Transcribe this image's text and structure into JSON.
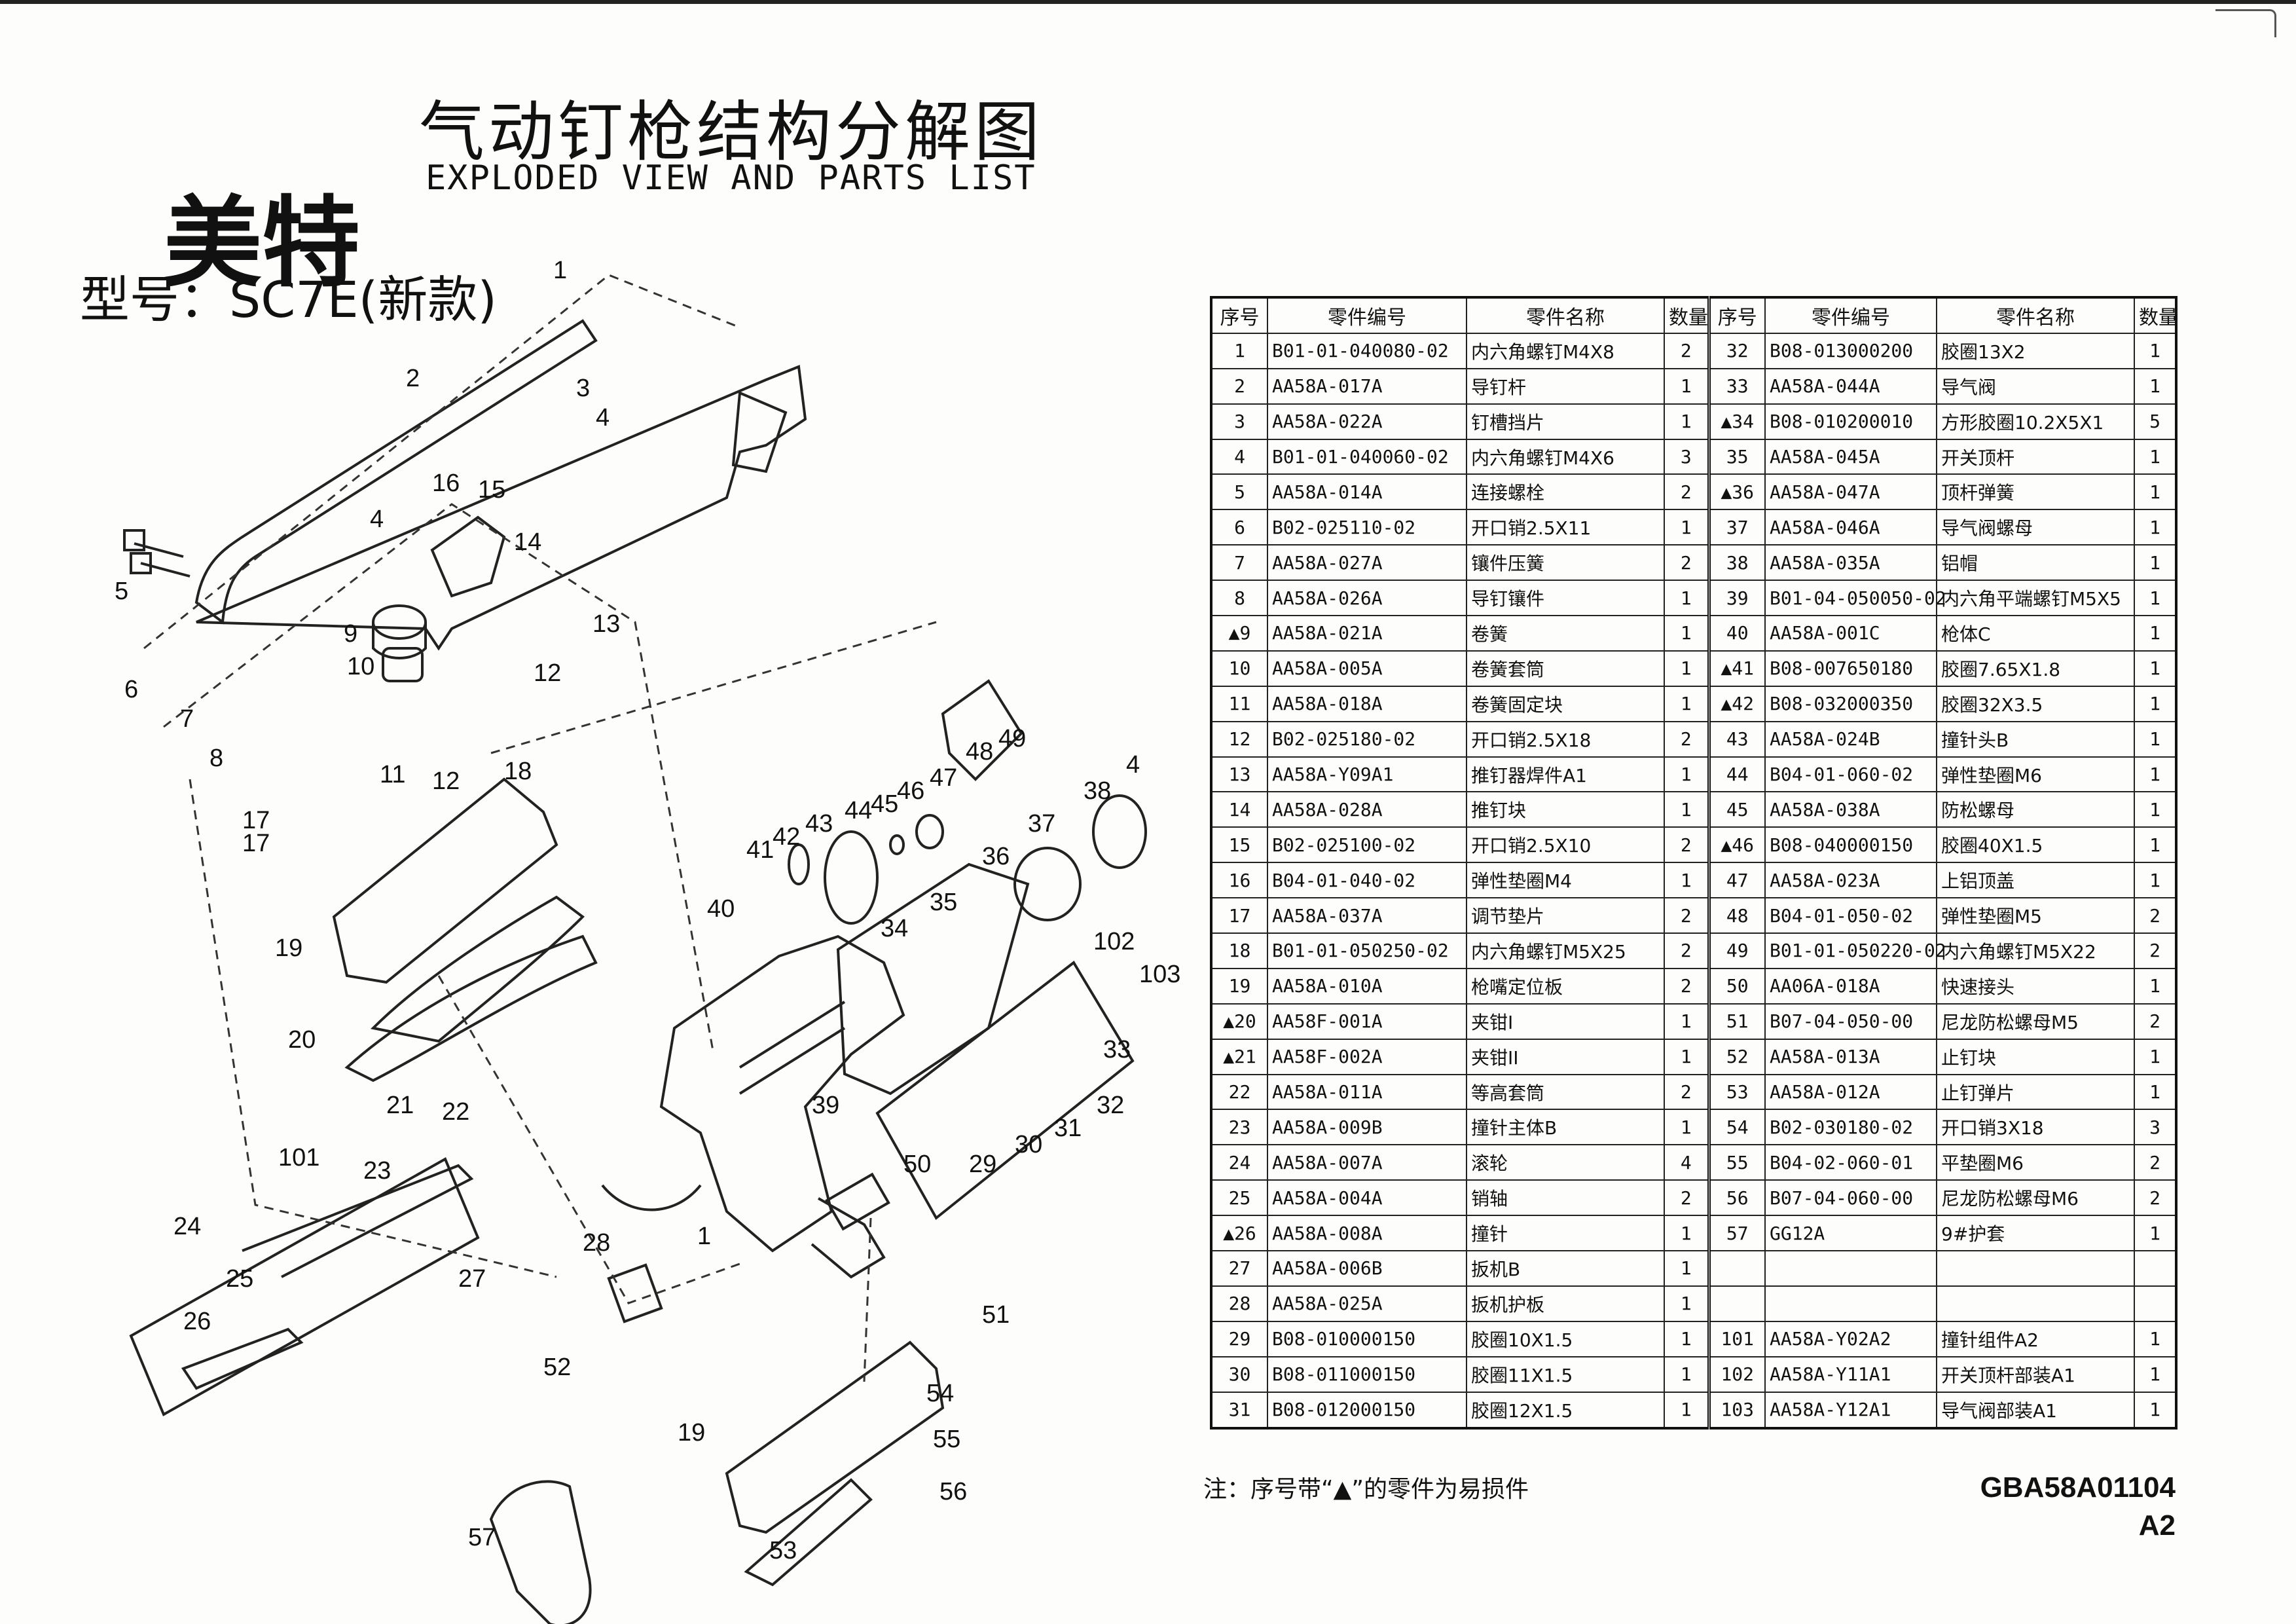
{
  "header": {
    "title_cn": "气动钉枪结构分解图",
    "title_en": "EXPLODED VIEW AND PARTS LIST",
    "brand": "美特",
    "model": "型号：SC7E(新款)"
  },
  "table": {
    "headers": [
      "序号",
      "零件编号",
      "零件名称",
      "数量"
    ],
    "left": [
      {
        "no": "1",
        "code": "B01-01-040080-02",
        "name": "内六角螺钉M4X8",
        "qty": "2"
      },
      {
        "no": "2",
        "code": "AA58A-017A",
        "name": "导钉杆",
        "qty": "1"
      },
      {
        "no": "3",
        "code": "AA58A-022A",
        "name": "钉槽挡片",
        "qty": "1"
      },
      {
        "no": "4",
        "code": "B01-01-040060-02",
        "name": "内六角螺钉M4X6",
        "qty": "3"
      },
      {
        "no": "5",
        "code": "AA58A-014A",
        "name": "连接螺栓",
        "qty": "2"
      },
      {
        "no": "6",
        "code": "B02-025110-02",
        "name": "开口销2.5X11",
        "qty": "1"
      },
      {
        "no": "7",
        "code": "AA58A-027A",
        "name": "镶件压簧",
        "qty": "2"
      },
      {
        "no": "8",
        "code": "AA58A-026A",
        "name": "导钉镶件",
        "qty": "1"
      },
      {
        "no": "▲9",
        "code": "AA58A-021A",
        "name": "卷簧",
        "qty": "1"
      },
      {
        "no": "10",
        "code": "AA58A-005A",
        "name": "卷簧套筒",
        "qty": "1"
      },
      {
        "no": "11",
        "code": "AA58A-018A",
        "name": "卷簧固定块",
        "qty": "1"
      },
      {
        "no": "12",
        "code": "B02-025180-02",
        "name": "开口销2.5X18",
        "qty": "2"
      },
      {
        "no": "13",
        "code": "AA58A-Y09A1",
        "name": "推钉器焊件A1",
        "qty": "1"
      },
      {
        "no": "14",
        "code": "AA58A-028A",
        "name": "推钉块",
        "qty": "1"
      },
      {
        "no": "15",
        "code": "B02-025100-02",
        "name": "开口销2.5X10",
        "qty": "2"
      },
      {
        "no": "16",
        "code": "B04-01-040-02",
        "name": "弹性垫圈M4",
        "qty": "1"
      },
      {
        "no": "17",
        "code": "AA58A-037A",
        "name": "调节垫片",
        "qty": "2"
      },
      {
        "no": "18",
        "code": "B01-01-050250-02",
        "name": "内六角螺钉M5X25",
        "qty": "2"
      },
      {
        "no": "19",
        "code": "AA58A-010A",
        "name": "枪嘴定位板",
        "qty": "2"
      },
      {
        "no": "▲20",
        "code": "AA58F-001A",
        "name": "夹钳I",
        "qty": "1"
      },
      {
        "no": "▲21",
        "code": "AA58F-002A",
        "name": "夹钳II",
        "qty": "1"
      },
      {
        "no": "22",
        "code": "AA58A-011A",
        "name": "等高套筒",
        "qty": "2"
      },
      {
        "no": "23",
        "code": "AA58A-009B",
        "name": "撞针主体B",
        "qty": "1"
      },
      {
        "no": "24",
        "code": "AA58A-007A",
        "name": "滚轮",
        "qty": "4"
      },
      {
        "no": "25",
        "code": "AA58A-004A",
        "name": "销轴",
        "qty": "2"
      },
      {
        "no": "▲26",
        "code": "AA58A-008A",
        "name": "撞针",
        "qty": "1"
      },
      {
        "no": "27",
        "code": "AA58A-006B",
        "name": "扳机B",
        "qty": "1"
      },
      {
        "no": "28",
        "code": "AA58A-025A",
        "name": "扳机护板",
        "qty": "1"
      },
      {
        "no": "29",
        "code": "B08-010000150",
        "name": "胶圈10X1.5",
        "qty": "1"
      },
      {
        "no": "30",
        "code": "B08-011000150",
        "name": "胶圈11X1.5",
        "qty": "1"
      },
      {
        "no": "31",
        "code": "B08-012000150",
        "name": "胶圈12X1.5",
        "qty": "1"
      }
    ],
    "right": [
      {
        "no": "32",
        "code": "B08-013000200",
        "name": "胶圈13X2",
        "qty": "1"
      },
      {
        "no": "33",
        "code": "AA58A-044A",
        "name": "导气阀",
        "qty": "1"
      },
      {
        "no": "▲34",
        "code": "B08-010200010",
        "name": "方形胶圈10.2X5X1",
        "qty": "5"
      },
      {
        "no": "35",
        "code": "AA58A-045A",
        "name": "开关顶杆",
        "qty": "1"
      },
      {
        "no": "▲36",
        "code": "AA58A-047A",
        "name": "顶杆弹簧",
        "qty": "1"
      },
      {
        "no": "37",
        "code": "AA58A-046A",
        "name": "导气阀螺母",
        "qty": "1"
      },
      {
        "no": "38",
        "code": "AA58A-035A",
        "name": "铝帽",
        "qty": "1"
      },
      {
        "no": "39",
        "code": "B01-04-050050-02",
        "name": "内六角平端螺钉M5X5",
        "qty": "1"
      },
      {
        "no": "40",
        "code": "AA58A-001C",
        "name": "枪体C",
        "qty": "1"
      },
      {
        "no": "▲41",
        "code": "B08-007650180",
        "name": "胶圈7.65X1.8",
        "qty": "1"
      },
      {
        "no": "▲42",
        "code": "B08-032000350",
        "name": "胶圈32X3.5",
        "qty": "1"
      },
      {
        "no": "43",
        "code": "AA58A-024B",
        "name": "撞针头B",
        "qty": "1"
      },
      {
        "no": "44",
        "code": "B04-01-060-02",
        "name": "弹性垫圈M6",
        "qty": "1"
      },
      {
        "no": "45",
        "code": "AA58A-038A",
        "name": "防松螺母",
        "qty": "1"
      },
      {
        "no": "▲46",
        "code": "B08-040000150",
        "name": "胶圈40X1.5",
        "qty": "1"
      },
      {
        "no": "47",
        "code": "AA58A-023A",
        "name": "上铝顶盖",
        "qty": "1"
      },
      {
        "no": "48",
        "code": "B04-01-050-02",
        "name": "弹性垫圈M5",
        "qty": "2"
      },
      {
        "no": "49",
        "code": "B01-01-050220-02",
        "name": "内六角螺钉M5X22",
        "qty": "2"
      },
      {
        "no": "50",
        "code": "AA06A-018A",
        "name": "快速接头",
        "qty": "1"
      },
      {
        "no": "51",
        "code": "B07-04-050-00",
        "name": "尼龙防松螺母M5",
        "qty": "2"
      },
      {
        "no": "52",
        "code": "AA58A-013A",
        "name": "止钉块",
        "qty": "1"
      },
      {
        "no": "53",
        "code": "AA58A-012A",
        "name": "止钉弹片",
        "qty": "1"
      },
      {
        "no": "54",
        "code": "B02-030180-02",
        "name": "开口销3X18",
        "qty": "3"
      },
      {
        "no": "55",
        "code": "B04-02-060-01",
        "name": "平垫圈M6",
        "qty": "2"
      },
      {
        "no": "56",
        "code": "B07-04-060-00",
        "name": "尼龙防松螺母M6",
        "qty": "2"
      },
      {
        "no": "57",
        "code": "GG12A",
        "name": "9#护套",
        "qty": "1"
      },
      {
        "no": "",
        "code": "",
        "name": "",
        "qty": ""
      },
      {
        "no": "",
        "code": "",
        "name": "",
        "qty": ""
      },
      {
        "no": "101",
        "code": "AA58A-Y02A2",
        "name": "撞针组件A2",
        "qty": "1"
      },
      {
        "no": "102",
        "code": "AA58A-Y11A1",
        "name": "开关顶杆部装A1",
        "qty": "1"
      },
      {
        "no": "103",
        "code": "AA58A-Y12A1",
        "name": "导气阀部装A1",
        "qty": "1"
      }
    ]
  },
  "note": "注：序号带“▲”的零件为易损件",
  "doc_code": "GBA58A01104",
  "sheet_size": "A2",
  "callouts": [
    "1",
    "2",
    "3",
    "4",
    "4",
    "5",
    "6",
    "7",
    "8",
    "9",
    "10",
    "11",
    "12",
    "12",
    "13",
    "14",
    "15",
    "16",
    "17",
    "17",
    "18",
    "19",
    "19",
    "20",
    "21",
    "22",
    "23",
    "24",
    "25",
    "26",
    "27",
    "28",
    "29",
    "30",
    "31",
    "32",
    "33",
    "34",
    "35",
    "36",
    "37",
    "38",
    "4",
    "39",
    "40",
    "41",
    "42",
    "43",
    "44",
    "45",
    "46",
    "47",
    "48",
    "49",
    "50",
    "51",
    "52",
    "53",
    "54",
    "55",
    "56",
    "57",
    "101",
    "102",
    "103",
    "1"
  ]
}
